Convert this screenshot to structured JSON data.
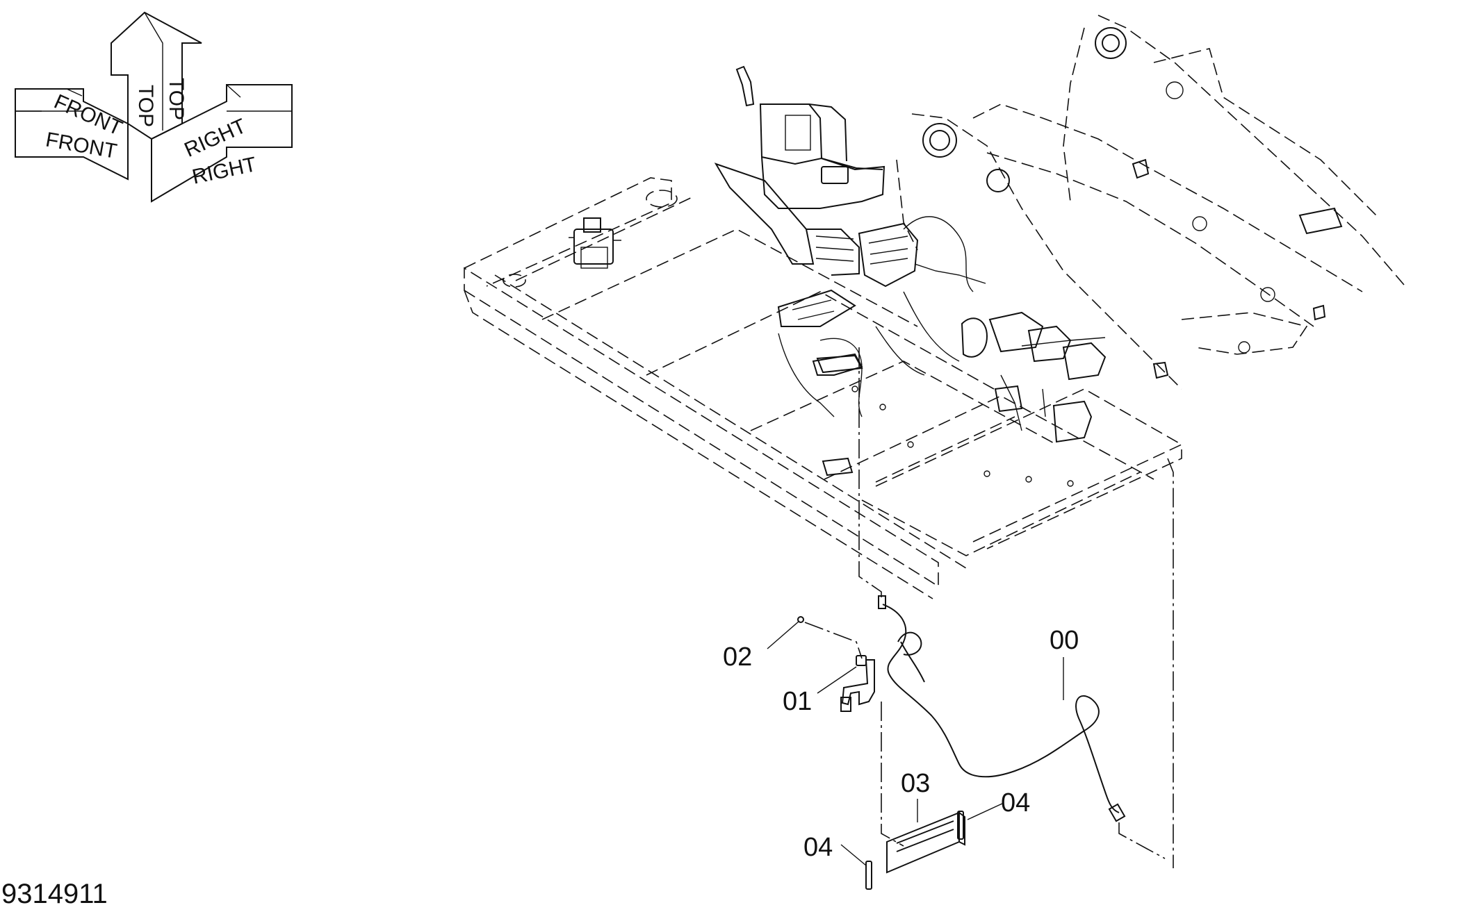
{
  "orientation": {
    "front_label": "FRONT",
    "top_label": "TOP",
    "right_label": "RIGHT"
  },
  "callouts": {
    "harness": "00",
    "bracket": "01",
    "screw": "02",
    "cover": "03",
    "tie_left": "04",
    "tie_right": "04"
  },
  "drawing_number": "9314911"
}
